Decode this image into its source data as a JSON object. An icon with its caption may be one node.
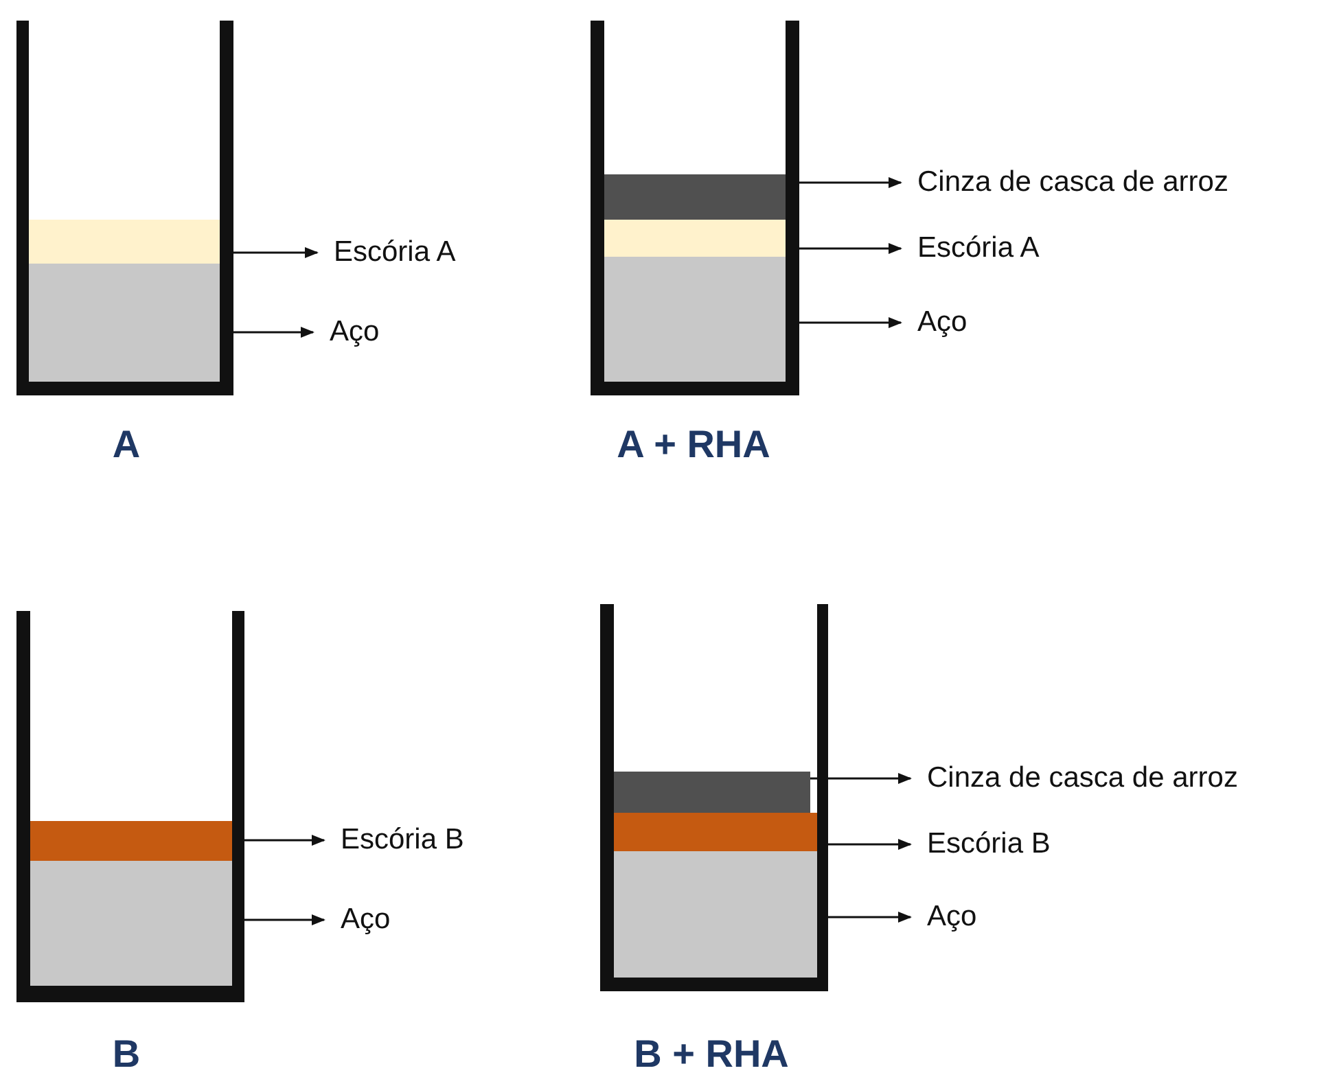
{
  "diagram": {
    "nodes": [
      {
        "text": [
          "A"
        ]
      },
      {
        "text": [],
        "shape": "bar",
        "in": 0
      },
      {
        "text": [],
        "shape": "bar",
        "in": 0
      },
      {
        "text": [
          "Escória A"
        ]
      },
      {
        "text": [
          "Aço"
        ]
      },
      {
        "text": [
          "A + RHA"
        ]
      },
      {
        "text": [],
        "shape": "bar",
        "in": 5
      },
      {
        "text": [],
        "shape": "bar",
        "in": 5
      },
      {
        "text": [],
        "shape": "bar",
        "in": 5
      },
      {
        "text": [
          "Cinza de casca de arroz"
        ]
      },
      {
        "text": [
          "Escória A"
        ]
      },
      {
        "text": [
          "Aço"
        ]
      },
      {
        "text": [
          "B"
        ]
      },
      {
        "text": [],
        "shape": "bar",
        "in": 12
      },
      {
        "text": [],
        "shape": "bar",
        "in": 12
      },
      {
        "text": [
          "Escória B"
        ]
      },
      {
        "text": [
          "Aço"
        ]
      },
      {
        "text": [
          "B + RHA"
        ]
      },
      {
        "text": [],
        "shape": "bar",
        "in": 17
      },
      {
        "text": [],
        "shape": "bar",
        "in": 17
      },
      {
        "text": [],
        "shape": "bar",
        "in": 17
      },
      {
        "text": [
          "Cinza de casca de arroz"
        ]
      },
      {
        "text": [
          "Escória B"
        ]
      },
      {
        "text": [
          "Aço"
        ]
      }
    ],
    "edges": [
      {
        "from": 1,
        "to": 3,
        "arrow": "to"
      },
      {
        "from": 2,
        "to": 4,
        "arrow": "to"
      },
      {
        "from": 6,
        "to": 9,
        "arrow": "to"
      },
      {
        "from": 7,
        "to": 10,
        "arrow": "to"
      },
      {
        "from": 8,
        "to": 11,
        "arrow": "to"
      },
      {
        "from": 13,
        "to": 15,
        "arrow": "to"
      },
      {
        "from": 14,
        "to": 16,
        "arrow": "to"
      },
      {
        "from": 18,
        "to": 21,
        "arrow": "to"
      },
      {
        "from": 19,
        "to": 22,
        "arrow": "to"
      },
      {
        "from": 20,
        "to": 23,
        "arrow": "to"
      }
    ]
  }
}
